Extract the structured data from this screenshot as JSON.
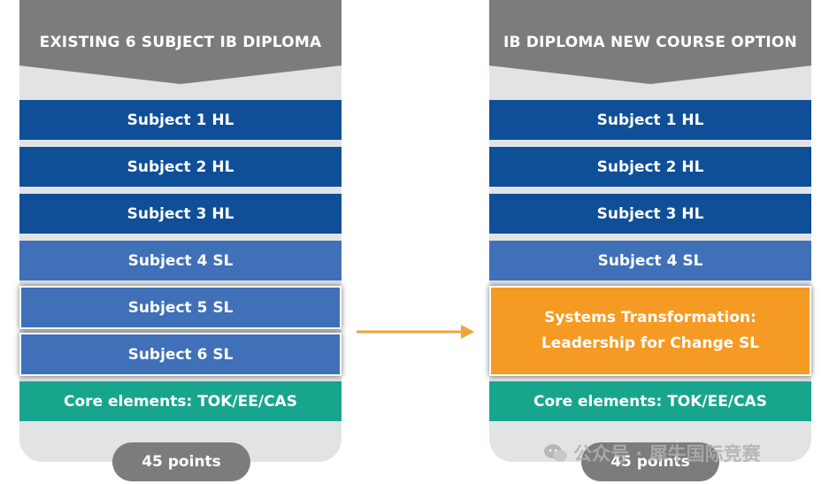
{
  "left": {
    "title": "EXISTING 6 SUBJECT IB DIPLOMA",
    "rows": [
      "Subject 1 HL",
      "Subject 2 HL",
      "Subject 3 HL",
      "Subject 4 SL",
      "Subject 5 SL",
      "Subject 6 SL"
    ],
    "core": "Core elements: TOK/EE/CAS",
    "points": "45 points"
  },
  "right": {
    "title": "IB DIPLOMA NEW COURSE OPTION",
    "rows": [
      "Subject 1 HL",
      "Subject 2 HL",
      "Subject 3 HL",
      "Subject 4 SL"
    ],
    "option": {
      "line1": "Systems Transformation:",
      "line2": "Leadership for Change SL"
    },
    "core": "Core elements: TOK/EE/CAS",
    "points": "45 points"
  },
  "watermark": "公众号 · 犀牛国际竞赛",
  "colors": {
    "header": "#7b7c7e",
    "hl": "#0f4f98",
    "sl": "#3f70b8",
    "core": "#17a58e",
    "option": "#f59a23",
    "arrow": "#f0a33a"
  }
}
